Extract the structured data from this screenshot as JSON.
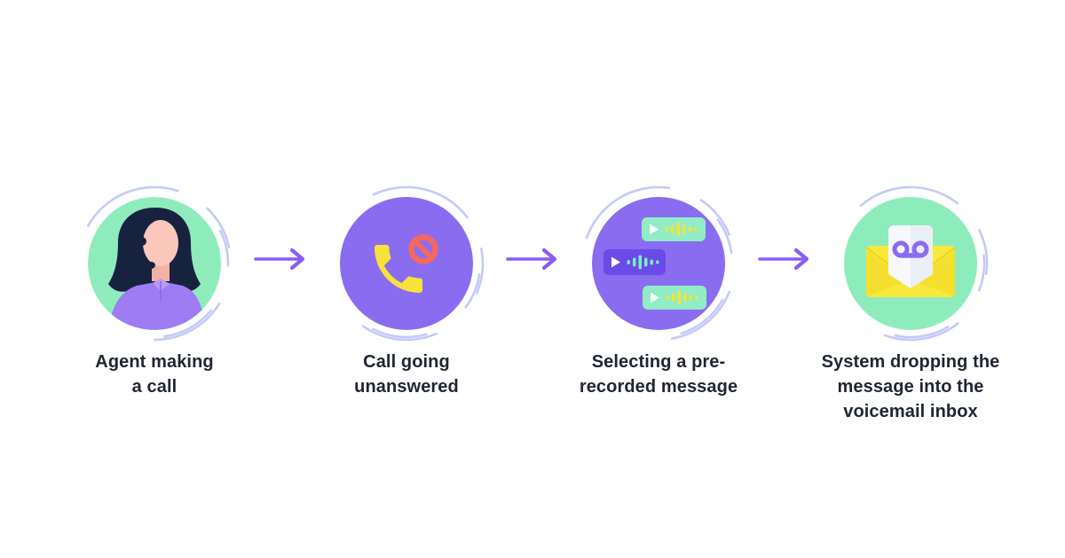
{
  "diagram": {
    "name": "voicemail-drop-process-flow",
    "steps": [
      {
        "id": "agent-call",
        "icon": "agent-avatar-icon",
        "label": "Agent making\na call",
        "circle_color": "#8EECBC"
      },
      {
        "id": "unanswered-call",
        "icon": "missed-call-icon",
        "label": "Call going\nunanswered",
        "circle_color": "#8A6CF1"
      },
      {
        "id": "select-message",
        "icon": "recorded-messages-icon",
        "label": "Selecting a pre-\nrecorded message",
        "circle_color": "#8A6CF1"
      },
      {
        "id": "voicemail-drop",
        "icon": "voicemail-inbox-icon",
        "label": "System dropping the\nmessage into the\nvoicemail inbox",
        "circle_color": "#8EECBC"
      }
    ],
    "connector_icon": "arrow-right-icon"
  },
  "colors": {
    "background": "#FFFFFF",
    "text": "#1F2532",
    "mint": "#8EECBC",
    "purple": "#8A6CF1",
    "arrow": "#8A5CF6",
    "arc": "#C4CAF8",
    "phone_yellow": "#F6E23B",
    "blocked_red": "#F4695C",
    "pill_mint": "#90EDC6",
    "pill_purple": "#6A4BE8",
    "wave_yellow": "#F6E23B",
    "wave_mint": "#7FEBC8",
    "paper_white": "#F7F8FC",
    "paper_shade": "#EAEEF6",
    "envelope_yellow": "#F9E93C",
    "envelope_shade": "#F5E02F",
    "envelope_line": "#E9CF25",
    "voicemail_purple": "#8B6BF2",
    "hair_navy": "#17233E",
    "skin": "#FBC7BA",
    "skin_shade": "#F2B3A6",
    "shirt_purple": "#9D7CF4",
    "collar_purple": "#B49BF6"
  }
}
